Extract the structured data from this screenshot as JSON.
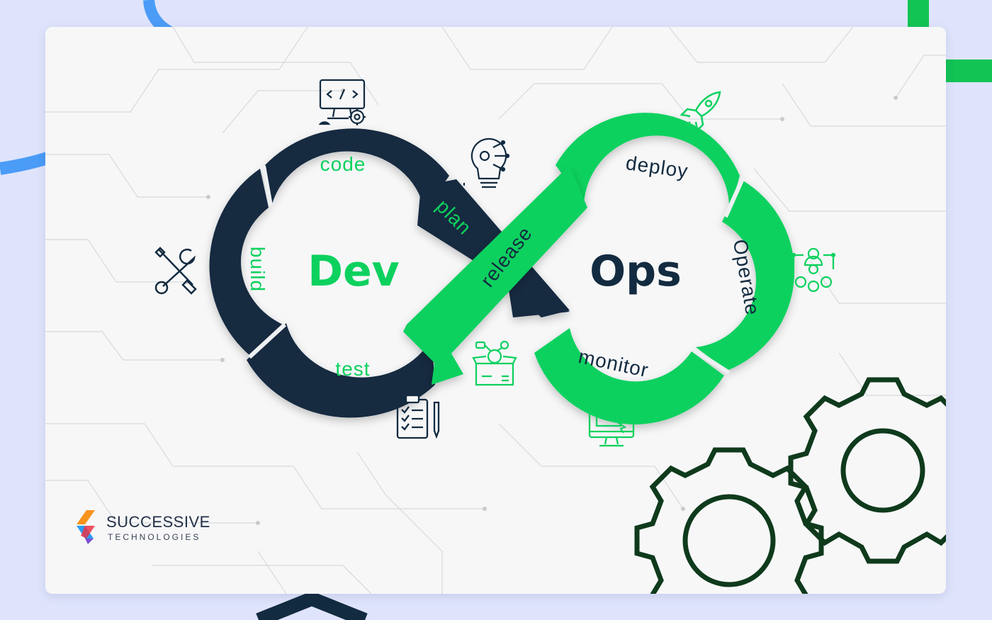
{
  "diagram": {
    "left_word": "Dev",
    "right_word": "Ops",
    "segments": {
      "code": "code",
      "build": "build",
      "test": "test",
      "plan": "plan",
      "release": "release",
      "deploy": "deploy",
      "operate": "Operate",
      "monitor": "monitor"
    },
    "icons": [
      "code-monitor-icon",
      "lightbulb-gear-icon",
      "wrench-screwdriver-icon",
      "checklist-icon",
      "package-box-icon",
      "rocket-icon",
      "team-network-icon",
      "monitor-cursor-icon",
      "gears-icon"
    ]
  },
  "brand": {
    "name": "SUCCESSIVE",
    "subtitle": "TECHNOLOGIES"
  },
  "colors": {
    "navy": "#132b40",
    "green": "#0dd15e",
    "background": "#dfe4fc",
    "card": "#f7f7f8",
    "blue_accent": "#4a9cf7",
    "dark_green": "#0f3a1c"
  }
}
